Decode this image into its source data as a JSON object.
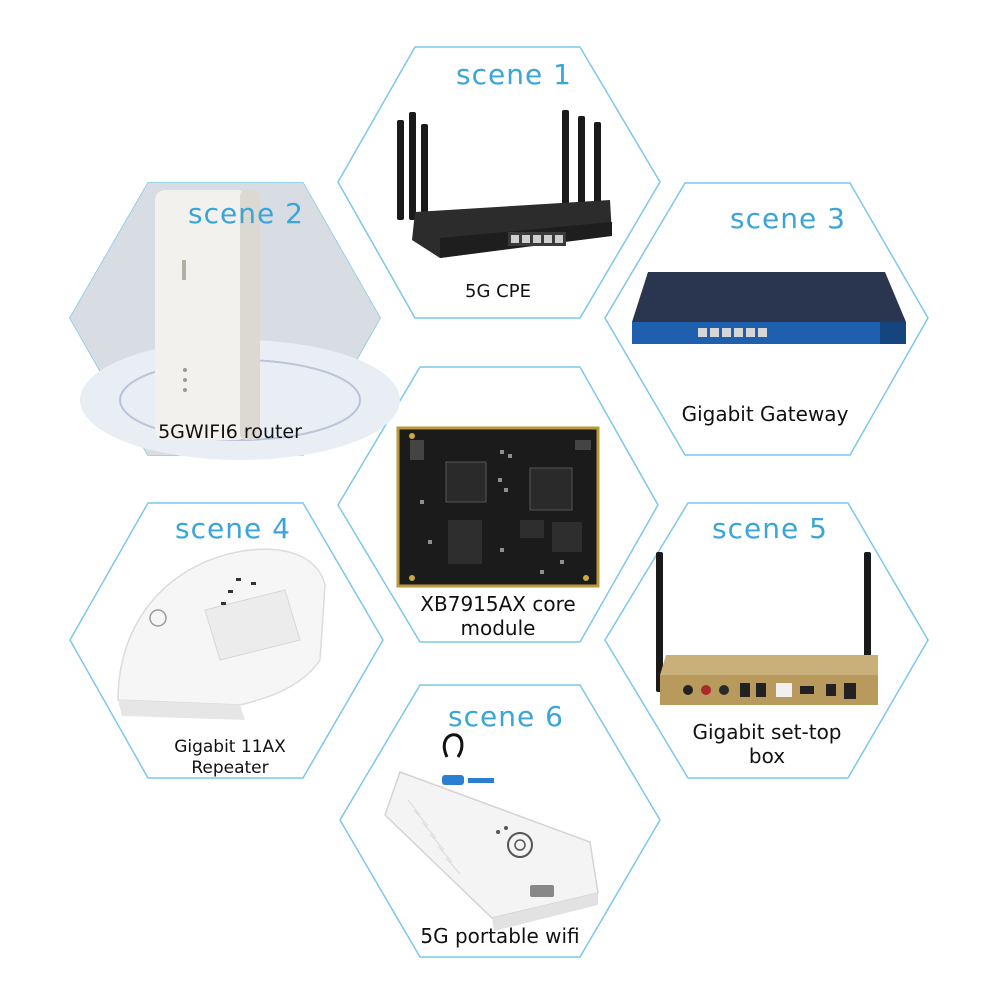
{
  "accent": "#3aa5d8",
  "scenes": {
    "s1": {
      "title": "scene 1",
      "label": "5G CPE",
      "icon": "cpe-router-icon"
    },
    "s2": {
      "title": "scene 2",
      "label": "5GWIFI6 router",
      "icon": "tower-router-icon"
    },
    "s3": {
      "title": "scene 3",
      "label": "Gigabit Gateway",
      "icon": "rack-gateway-icon"
    },
    "core": {
      "label1": "XB7915AX core",
      "label2": "module",
      "icon": "circuit-board-icon"
    },
    "s4": {
      "title": "scene 4",
      "label1": "Gigabit 11AX",
      "label2": "Repeater",
      "icon": "wifi-repeater-icon"
    },
    "s5": {
      "title": "scene 5",
      "label1": "Gigabit set-top",
      "label2": "box",
      "icon": "set-top-box-icon"
    },
    "s6": {
      "title": "scene 6",
      "label": "5G portable wifi",
      "icon": "portable-wifi-icon"
    }
  }
}
